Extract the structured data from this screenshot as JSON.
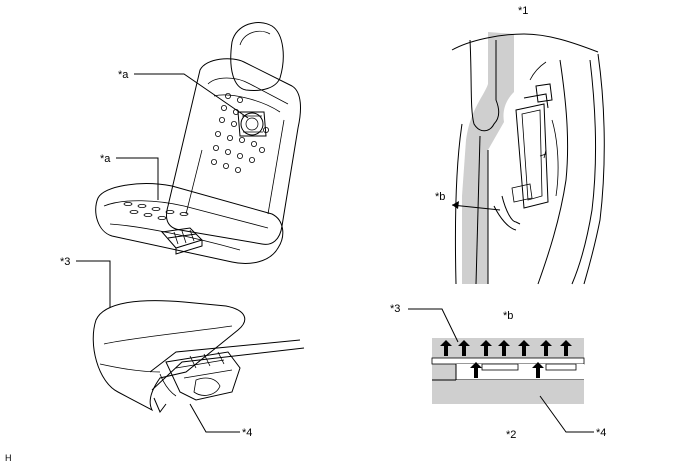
{
  "labels": {
    "seat_heater_upper": "*a",
    "seat_heater_lower": "*a",
    "seat_cushion": "*3",
    "bracket": "*4",
    "side_view_title": "*1",
    "side_view_pointer": "*b",
    "side_view_caption": "*b",
    "section_cushion": "*3",
    "section_title": "*2",
    "section_bracket": "*4",
    "corner_mark": "H"
  }
}
